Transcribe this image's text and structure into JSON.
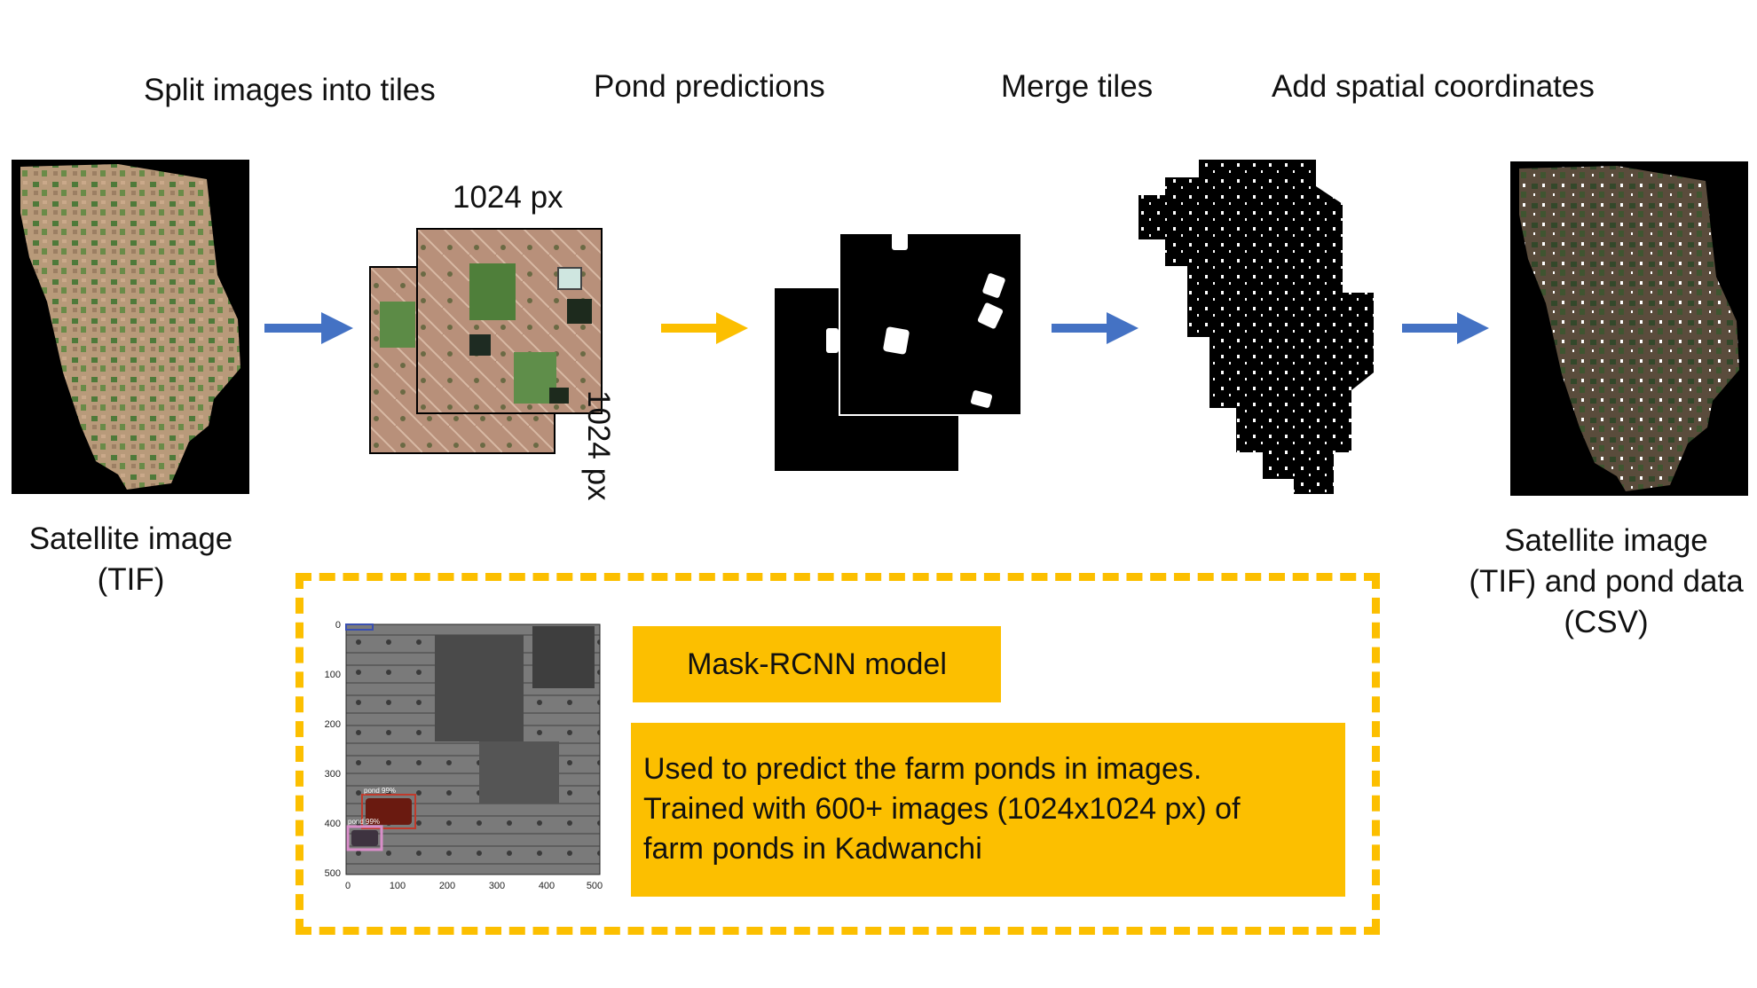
{
  "stages": [
    {
      "id": "split",
      "label": "Split images into tiles"
    },
    {
      "id": "predict",
      "label": "Pond predictions"
    },
    {
      "id": "merge",
      "label": "Merge tiles"
    },
    {
      "id": "coords",
      "label": "Add spatial coordinates"
    }
  ],
  "input": {
    "caption_line1": "Satellite image",
    "caption_line2": "(TIF)"
  },
  "output": {
    "caption_line1": "Satellite image",
    "caption_line2": "(TIF) and pond data",
    "caption_line3": "(CSV)"
  },
  "tile": {
    "width_label": "1024 px",
    "height_label": "1024 px"
  },
  "model": {
    "name": "Mask-RCNN model",
    "description": [
      "Used to predict the farm ponds in images.",
      "Trained with 600+ images (1024x1024 px) of",
      "farm ponds in Kadwanchi"
    ]
  },
  "plot": {
    "y_ticks": [
      "0",
      "100",
      "200",
      "300",
      "400",
      "500"
    ],
    "x_ticks": [
      "0",
      "100",
      "200",
      "300",
      "400",
      "500"
    ],
    "detections": [
      {
        "label": "pond 99%",
        "color": "#c0392b"
      },
      {
        "label": "pond 99%",
        "color": "#d98ec9"
      }
    ]
  },
  "colors": {
    "accent_yellow": "#fcbf00",
    "arrow_blue": "#4472c4",
    "arrow_yellow": "#fcbf00"
  }
}
